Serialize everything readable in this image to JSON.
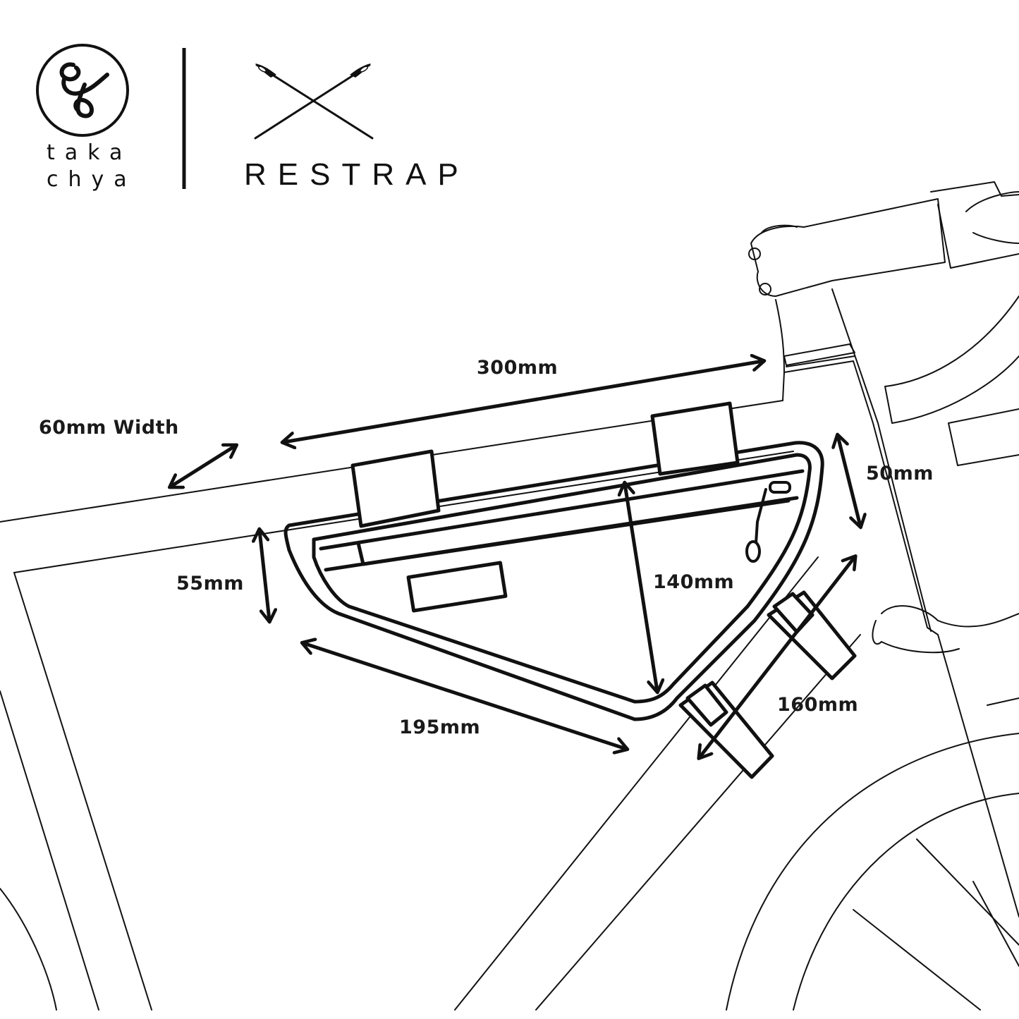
{
  "brands": {
    "takachya_line1": "taka",
    "takachya_line2": "chya",
    "restrap": "RESTRAP"
  },
  "dimensions": {
    "top_length": "300mm",
    "width": "60mm Width",
    "front_height": "50mm",
    "rear_height": "55mm",
    "center_height": "140mm",
    "bottom_length": "195mm",
    "down_tube_length": "160mm"
  },
  "colors": {
    "line": "#111111",
    "background": "#ffffff"
  },
  "icons": [
    "takachya-logo-icon",
    "crossed-needles-icon"
  ]
}
